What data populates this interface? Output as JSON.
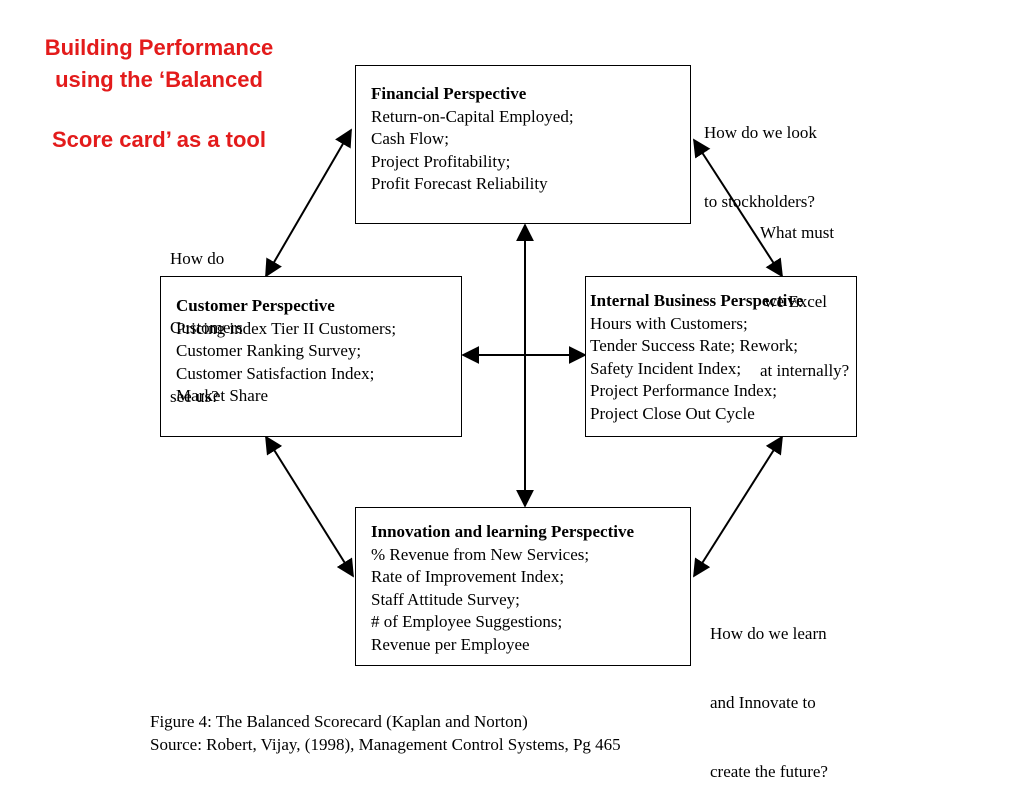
{
  "title": {
    "line1": "Building Performance",
    "line2": "using  the ‘Balanced",
    "line3": "Score card’ as a tool"
  },
  "financial": {
    "heading": "Financial Perspective",
    "items": [
      "Return-on-Capital Employed;",
      "Cash Flow;",
      "Project Profitability;",
      "Profit Forecast Reliability"
    ]
  },
  "customer": {
    "heading": "Customer Perspective",
    "items": [
      "Pricing index Tier II Customers;",
      "Customer Ranking Survey;",
      "Customer Satisfaction Index;",
      "Market Share"
    ]
  },
  "internal": {
    "heading": "Internal Business Perspective",
    "items": [
      "Hours with Customers;",
      "Tender Success Rate; Rework;",
      "Safety Incident Index;",
      "Project Performance Index;",
      "Project Close Out Cycle"
    ]
  },
  "innovation": {
    "heading": "Innovation and learning Perspective",
    "items": [
      "% Revenue from New Services;",
      "Rate of Improvement Index;",
      "Staff Attitude Survey;",
      "# of Employee Suggestions;",
      "Revenue per Employee"
    ]
  },
  "questions": {
    "stockholders": [
      "How do we look",
      "to stockholders?"
    ],
    "internal": [
      "What must",
      " we Excel",
      "at internally?"
    ],
    "customers": [
      "How do",
      "Customers",
      "see us?"
    ],
    "innovate": [
      "How do we learn",
      "and Innovate to",
      "create the future?"
    ]
  },
  "caption": {
    "line1": "Figure 4: The Balanced Scorecard (Kaplan and Norton)",
    "line2": "Source: Robert, Vijay, (1998), Management Control Systems, Pg 465"
  }
}
